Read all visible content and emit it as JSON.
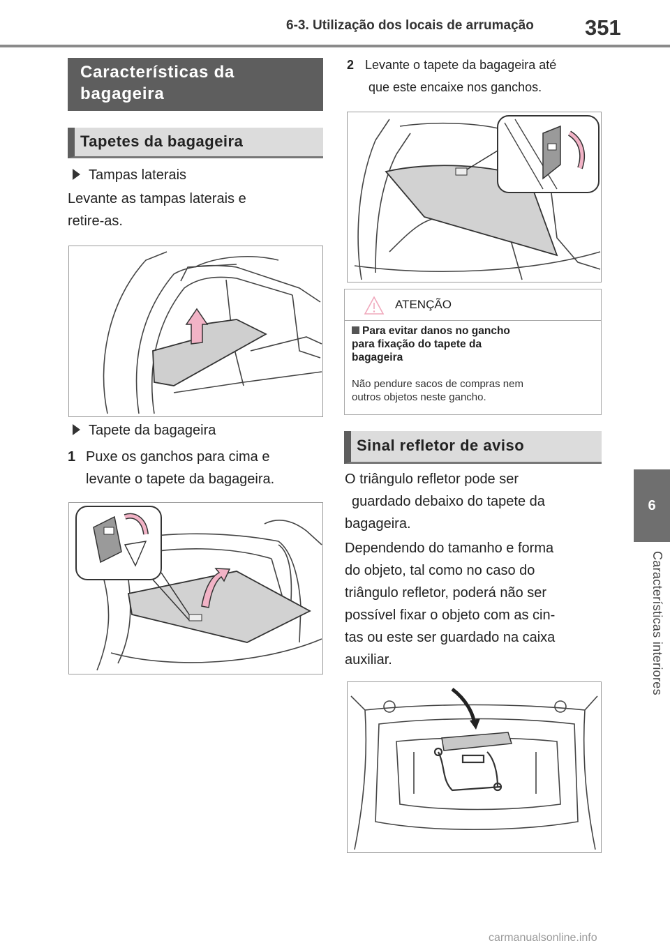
{
  "header": {
    "section": "6-3. Utilização dos locais de arrumação",
    "page_number": "351"
  },
  "side_tab": {
    "chapter_number": "6",
    "chapter_title": "Características interiores"
  },
  "left": {
    "heading": "Características da bagageira",
    "subheading": "Tapetes da bagageira",
    "item1_title": "Tampas laterais",
    "item1_line1": "Levante as tampas laterais e",
    "item1_line2": "retire-as.",
    "item2_title": "Tapete da bagageira",
    "step1_num": "1",
    "step1_line1": "Puxe os ganchos para cima e",
    "step1_line2": "levante o tapete da bagageira."
  },
  "right": {
    "step2_num": "2",
    "step2_line1": "Levante o tapete da bagageira até",
    "step2_line2": "que este encaixe nos ganchos.",
    "caution": {
      "label": "ATENÇÃO",
      "title_line1": "Para evitar danos no gancho",
      "title_line2": "para fixação do tapete da",
      "title_line3": "bagageira",
      "body_line1": "Não pendure sacos de compras nem",
      "body_line2": "outros objetos neste gancho."
    },
    "heading": "Sinal refletor de aviso",
    "para1_line1": "O triângulo refletor pode ser",
    "para1_line2": "guardado debaixo do tapete da",
    "para1_line3": "bagageira.",
    "para2_line1": "Dependendo do tamanho e forma",
    "para2_line2": "do objeto, tal como no caso do",
    "para2_line3": "triângulo refletor, poderá não ser",
    "para2_line4": "possível fixar o objeto com as cin-",
    "para2_line5": "tas ou este ser guardado na caixa",
    "para2_line6": "auxiliar."
  },
  "watermark": "carmanualsonline.info",
  "colors": {
    "accent_gray": "#5e5e5e",
    "arrow_pink": "#f2b3c6",
    "panel_gray": "#d6d6d6"
  }
}
